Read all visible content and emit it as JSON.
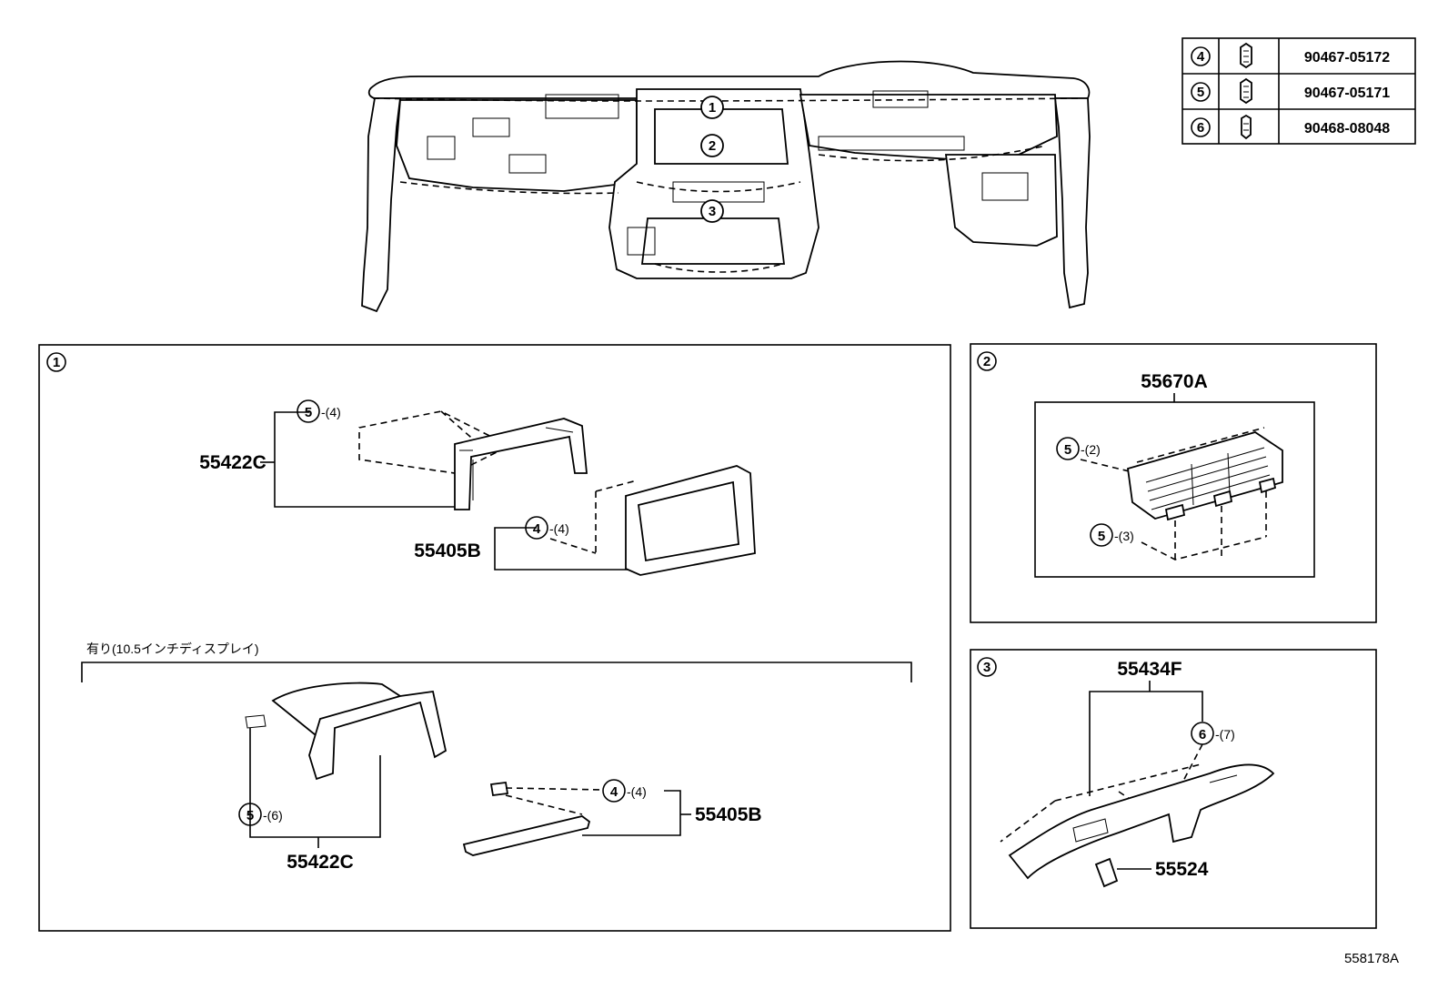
{
  "fastener_table": [
    {
      "ref": "4",
      "part_no": "90467-05172",
      "icon": "clip-icon"
    },
    {
      "ref": "5",
      "part_no": "90467-05171",
      "icon": "clip-icon"
    },
    {
      "ref": "6",
      "part_no": "90468-08048",
      "icon": "clip-icon"
    }
  ],
  "overview": {
    "callouts": [
      "1",
      "2",
      "3"
    ]
  },
  "section1": {
    "marker": "1",
    "upper": {
      "bracket_part": "55422C",
      "bracket_clip": {
        "ref": "5",
        "qty": "-(4)"
      },
      "bezel_part": "55405B",
      "bezel_clip": {
        "ref": "4",
        "qty": "-(4)"
      }
    },
    "variant_note": "有り(10.5インチディスプレイ)",
    "lower": {
      "bracket_part": "55422C",
      "bracket_clip": {
        "ref": "5",
        "qty": "-(6)"
      },
      "bezel_part": "55405B",
      "bezel_clip": {
        "ref": "4",
        "qty": "-(4)"
      }
    }
  },
  "section2": {
    "marker": "2",
    "part": "55670A",
    "clip_top": {
      "ref": "5",
      "qty": "-(2)"
    },
    "clip_bottom": {
      "ref": "5",
      "qty": "-(3)"
    }
  },
  "section3": {
    "marker": "3",
    "part_main": "55434F",
    "clip": {
      "ref": "6",
      "qty": "-(7)"
    },
    "part_small": "55524"
  },
  "footer": {
    "drawing_no": "558178A"
  }
}
